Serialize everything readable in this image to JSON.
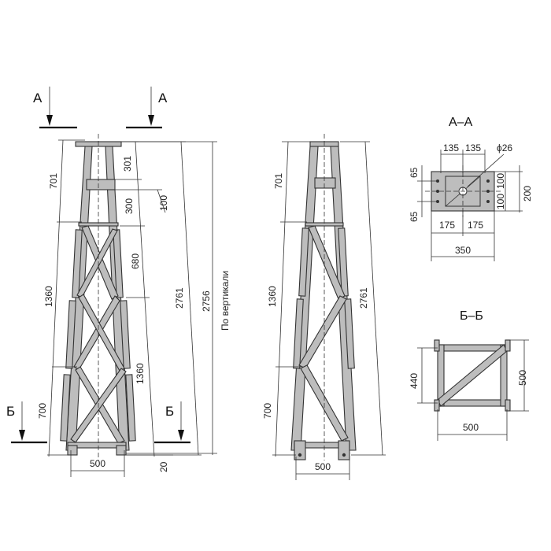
{
  "view1": {
    "section_a_left": "А",
    "section_a_right": "А",
    "section_b_left": "Б",
    "section_b_right": "Б",
    "dim_701": "701",
    "dim_1360": "1360",
    "dim_700": "700",
    "dim_301": "301",
    "dim_300": "300",
    "dim_100": "100",
    "dim_680": "680",
    "dim_1360_right": "1360",
    "dim_2761": "2761",
    "dim_2756": "2756",
    "vertical_note": "По вертикали",
    "dim_500": "500",
    "dim_20": "20"
  },
  "view2": {
    "dim_701": "701",
    "dim_1360": "1360",
    "dim_700": "700",
    "dim_2761": "2761",
    "dim_500": "500"
  },
  "section_aa": {
    "title": "А–А",
    "dim_135a": "135",
    "dim_135b": "135",
    "dim_hole": "ϕ26",
    "dim_65a": "65",
    "dim_65b": "65",
    "dim_100a": "100",
    "dim_100b": "100",
    "dim_200": "200",
    "dim_175a": "175",
    "dim_175b": "175",
    "dim_350": "350"
  },
  "section_bb": {
    "title": "Б–Б",
    "dim_440": "440",
    "dim_500_right": "500",
    "dim_500_bottom": "500"
  },
  "colors": {
    "steel": "#bdbdbd",
    "line": "#333333"
  }
}
